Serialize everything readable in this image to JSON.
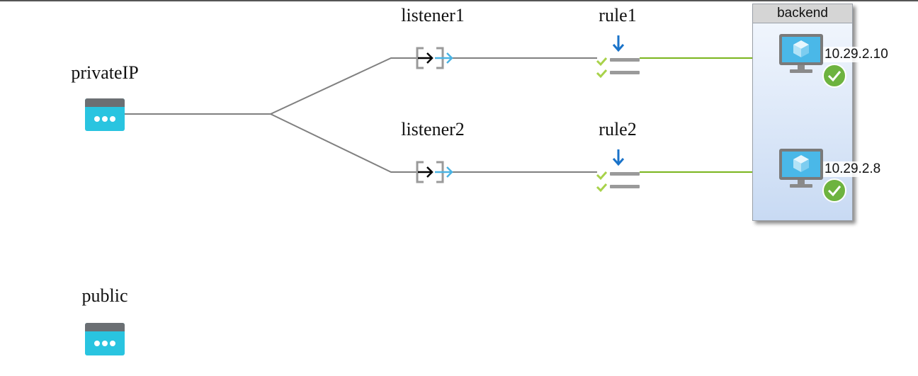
{
  "nodes": {
    "private_ip": {
      "label": "privateIP",
      "icon": "public-ip-icon"
    },
    "public": {
      "label": "public",
      "icon": "public-ip-icon"
    },
    "listener1": {
      "label": "listener1",
      "icon": "listener-icon"
    },
    "listener2": {
      "label": "listener2",
      "icon": "listener-icon"
    },
    "rule1": {
      "label": "rule1",
      "icon": "routing-rule-icon"
    },
    "rule2": {
      "label": "rule2",
      "icon": "routing-rule-icon"
    }
  },
  "backend": {
    "title": "backend",
    "members": [
      {
        "ip": "10.29.2.10",
        "status": "healthy",
        "icon": "virtual-machine-icon"
      },
      {
        "ip": "10.29.2.8",
        "status": "healthy",
        "icon": "virtual-machine-icon"
      }
    ]
  },
  "colors": {
    "link_gray": "#808080",
    "link_green": "#7ab51d",
    "ip_icon": "#29c4e0",
    "arrow_blue": "#1a73c9",
    "healthy_green": "#6db33f"
  }
}
